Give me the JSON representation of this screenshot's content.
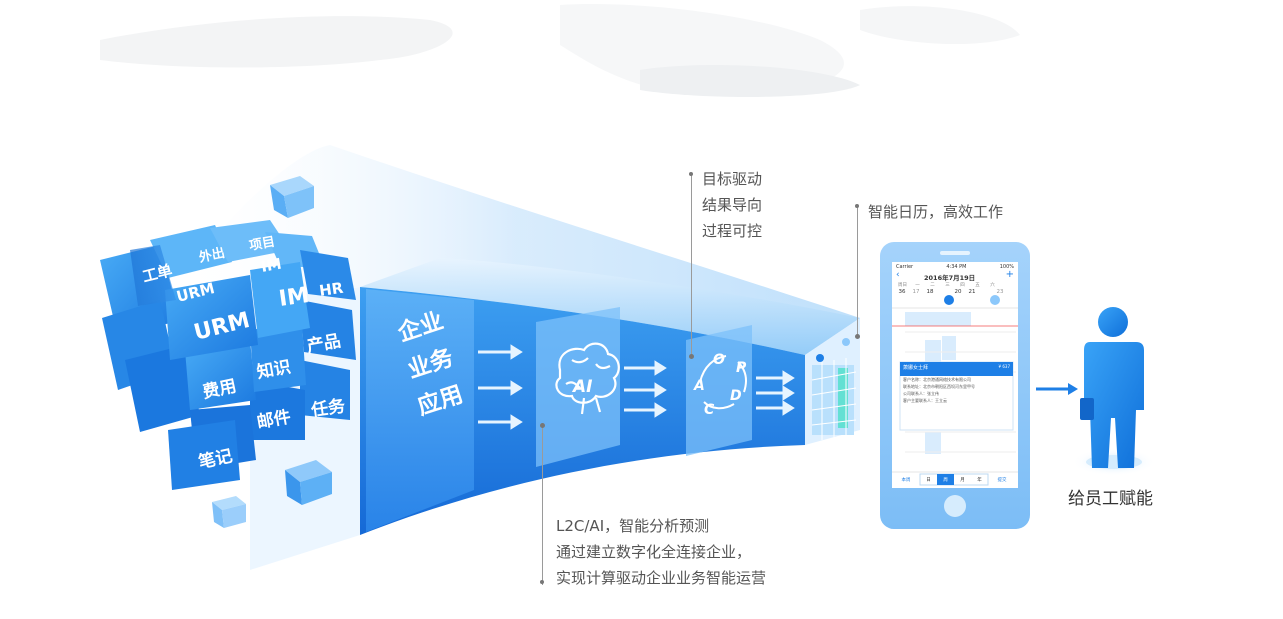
{
  "colors": {
    "primary_blue": "#1e7fe6",
    "light_blue": "#8cc8fb",
    "pale_blue": "#d6ecfd",
    "text_gray": "#555555",
    "accent_teal": "#4ee0c8"
  },
  "cube_labels": [
    "工单",
    "外出",
    "项目",
    "URM",
    "IM",
    "HR",
    "URM",
    "IM",
    "产品",
    "知识",
    "费用",
    "邮件",
    "任务",
    "笔记"
  ],
  "panel1": {
    "lines": [
      "企业",
      "业务",
      "应用"
    ]
  },
  "panel2": {
    "icon": "brain-ai-icon",
    "label": "AI"
  },
  "panel3": {
    "icon": "pdca-cycle-icon",
    "letters": [
      "O",
      "P",
      "D",
      "C",
      "A"
    ]
  },
  "annotation_goal": {
    "lines": [
      "目标驱动",
      "结果导向",
      "过程可控"
    ]
  },
  "annotation_calendar": {
    "text": "智能日历，高效工作"
  },
  "annotation_ai": {
    "lines": [
      "L2C/AI，智能分析预测",
      "通过建立数字化全连接企业，",
      "实现计算驱动企业业务智能运营"
    ]
  },
  "phone": {
    "status_carrier": "Carrier",
    "status_time": "4:34 PM",
    "status_battery": "100%",
    "date_title": "2016年7月19日",
    "week_days": [
      "周日",
      "一",
      "二",
      "三",
      "四",
      "五",
      "六"
    ],
    "week_nums": [
      "36",
      "17",
      "18",
      "19",
      "20",
      "21",
      "22",
      "23"
    ],
    "popup_title": "萧娜女士拜",
    "popup_rows": [
      "客户名称：北京港通网络技术有限公司",
      "联系地址：北京市朝阳区西坝河东里甲号",
      "公司联系人：张立伟",
      "客户主要联系人：王立云"
    ],
    "popup_tag": "¥ 637",
    "tabs": [
      "日",
      "周",
      "月",
      "年"
    ],
    "footer_left": "本周",
    "footer_right": "提交"
  },
  "employee": {
    "label": "给员工赋能"
  }
}
